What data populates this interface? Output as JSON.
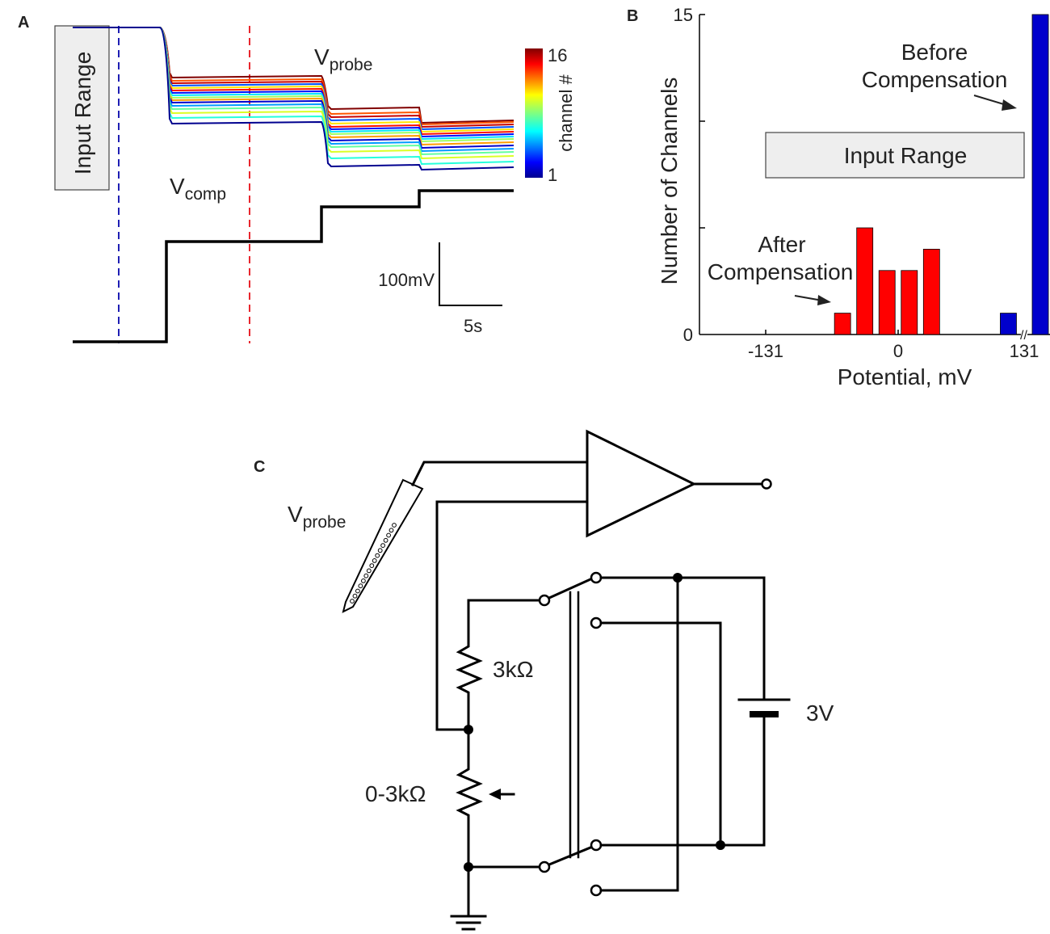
{
  "panel_a": {
    "letter": "A",
    "input_range_label": "Input Range",
    "vprobe_main": "V",
    "vprobe_sub": "probe",
    "vcomp_main": "V",
    "vcomp_sub": "comp",
    "colorbar_max": "16",
    "colorbar_min": "1",
    "colorbar_title": "channel #",
    "scalebar_v": "100mV",
    "scalebar_t": "5s",
    "colors": {
      "blue_marker": "#1f1fb4",
      "red_marker": "#e8272e",
      "step": "#000000"
    }
  },
  "chart_data": {
    "type": "bar",
    "title": "",
    "xlabel": "Potential, mV",
    "ylabel": "Number of Channels",
    "x_ticks": [
      "-131",
      "0",
      "131"
    ],
    "y_ticks": [
      "0",
      "15"
    ],
    "ylim": [
      0,
      15
    ],
    "axis_break": "//",
    "series": [
      {
        "name": "After Compensation",
        "color": "#ff0000",
        "bins_mV": [
          -55,
          -33,
          -11,
          11,
          33
        ],
        "values": [
          1,
          5,
          3,
          3,
          4
        ]
      },
      {
        "name": "Before Compensation",
        "color": "#0000cc",
        "bins_mV": [
          109,
          150
        ],
        "values": [
          1,
          15
        ]
      }
    ]
  },
  "panel_b": {
    "letter": "B",
    "input_range_label": "Input Range",
    "after_label_1": "After",
    "after_label_2": "Compensation",
    "before_label_1": "Before",
    "before_label_2": "Compensation"
  },
  "panel_c": {
    "letter": "C",
    "vprobe_main": "V",
    "vprobe_sub": "probe",
    "resistor_fixed": "3kΩ",
    "resistor_variable": "0-3kΩ",
    "battery": "3V"
  }
}
